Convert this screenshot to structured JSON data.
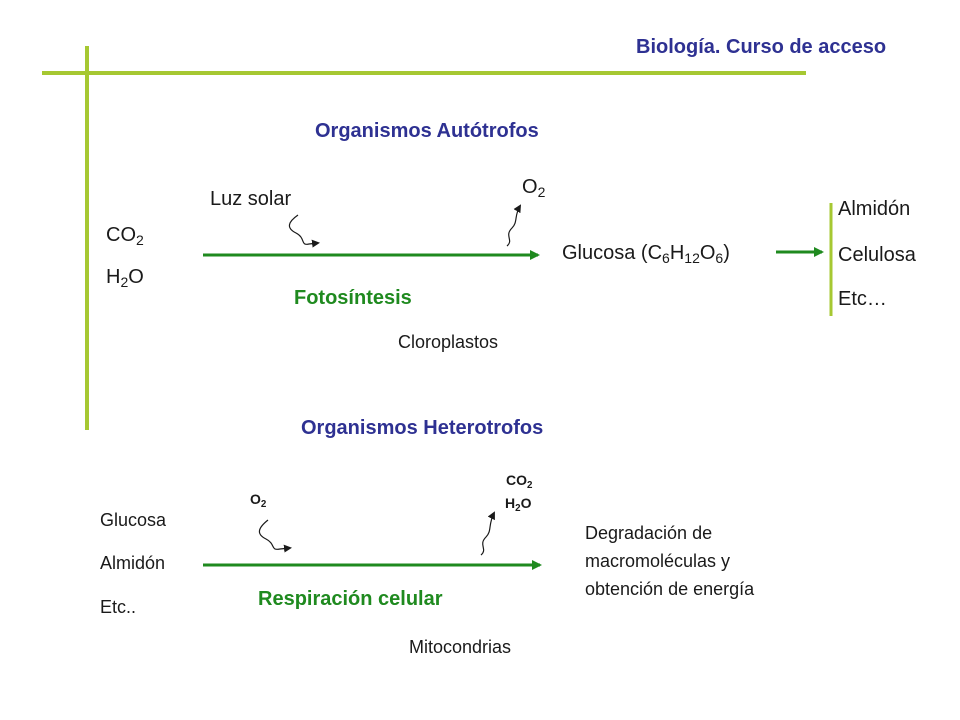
{
  "header": {
    "title": "Biología. Curso de acceso"
  },
  "autotrofos": {
    "title": "Organismos Autótrofos",
    "inputs": {
      "co2": {
        "base": "CO",
        "sub": "2"
      },
      "h2o": {
        "a": "H",
        "sub": "2",
        "b": "O"
      }
    },
    "luz": "Luz solar",
    "o2": {
      "base": "O",
      "sub": "2"
    },
    "process": "Fotosíntesis",
    "organelle": "Cloroplastos",
    "product": {
      "prefix": "Glucosa (C",
      "s1": "6",
      "m1": "H",
      "s2": "12",
      "m2": "O",
      "s3": "6",
      "suffix": ")"
    },
    "polymers": [
      "Almidón",
      "Celulosa",
      "Etc…"
    ]
  },
  "heterotrofos": {
    "title": "Organismos Heterotrofos",
    "inputs": [
      "Glucosa",
      "Almidón",
      "Etc.."
    ],
    "o2": {
      "base": "O",
      "sub": "2"
    },
    "outputs": {
      "co2": {
        "base": "CO",
        "sub": "2"
      },
      "h2o": {
        "a": "H",
        "sub": "2",
        "b": "O"
      }
    },
    "process": "Respiración celular",
    "organelle": "Mitocondrias",
    "result": [
      "Degradación de",
      "macromoléculas y",
      "obtención de energía"
    ]
  },
  "colors": {
    "accent_line": "#a6c832",
    "arrow": "#1f8a1f",
    "title": "#2e3192",
    "process": "#1f8a1f"
  }
}
